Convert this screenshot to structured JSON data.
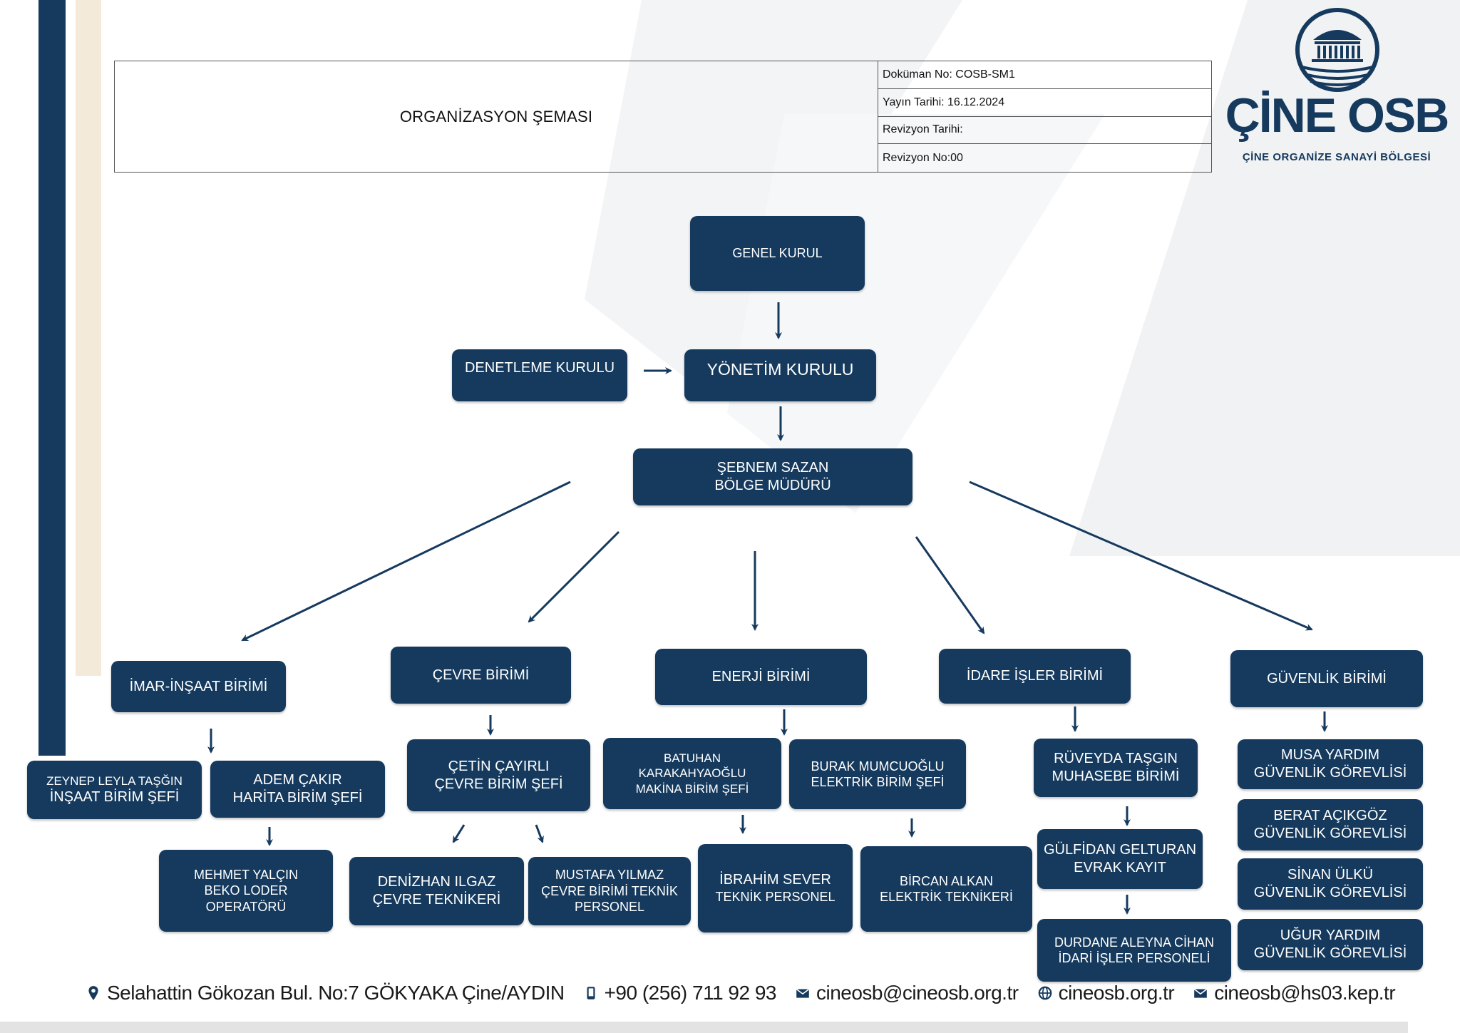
{
  "header": {
    "title": "ORGANİZASYON ŞEMASI",
    "meta": [
      "Doküman No: COSB-SM1",
      "Yayın Tarihi: 16.12.2024",
      "Revizyon Tarihi:",
      "Revizyon No:00"
    ]
  },
  "logo": {
    "name": "ÇİNE OSB",
    "subtitle": "ÇİNE ORGANİZE SANAYİ BÖLGESİ",
    "colors": {
      "brand": "#153a5e"
    }
  },
  "nodes": {
    "genel_kurul": [
      "GENEL KURUL"
    ],
    "denetleme_kurulu": [
      "DENETLEME KURULU"
    ],
    "yonetim_kurulu": [
      "YÖNETİM KURULU"
    ],
    "bolge_muduru": [
      "ŞEBNEM SAZAN",
      "BÖLGE MÜDÜRÜ"
    ],
    "imar_insaat": [
      "İMAR-İNŞAAT BİRİMİ"
    ],
    "cevre": [
      "ÇEVRE BİRİMİ"
    ],
    "enerji": [
      "ENERJİ BİRİMİ"
    ],
    "idare_isler": [
      "İDARE İŞLER BİRİMİ"
    ],
    "guvenlik": [
      "GÜVENLİK BİRİMİ"
    ],
    "zeynep": [
      "ZEYNEP LEYLA TAŞĞIN",
      "İNŞAAT BİRİM ŞEFİ"
    ],
    "adem": [
      "ADEM ÇAKIR",
      "HARİTA BİRİM ŞEFİ"
    ],
    "mehmet": [
      "MEHMET YALÇIN",
      "BEKO LODER",
      "OPERATÖRÜ"
    ],
    "cetin": [
      "ÇETİN ÇAYIRLI",
      "ÇEVRE BİRİM ŞEFİ"
    ],
    "denizhan": [
      "DENİZHAN ILGAZ",
      "ÇEVRE TEKNİKERİ"
    ],
    "mustafa": [
      "MUSTAFA YILMAZ",
      "ÇEVRE BİRİMİ TEKNİK",
      "PERSONEL"
    ],
    "batuhan": [
      "BATUHAN",
      "KARAKAHYAOĞLU",
      "MAKİNA BİRİM ŞEFİ"
    ],
    "burak": [
      "BURAK MUMCUOĞLU",
      "ELEKTRİK BİRİM ŞEFİ"
    ],
    "ibrahim": [
      "İBRAHİM SEVER",
      "TEKNİK PERSONEL"
    ],
    "bircan": [
      "BİRCAN ALKAN",
      "ELEKTRİK TEKNİKERİ"
    ],
    "ruveyda": [
      "RÜVEYDA TAŞGIN",
      "MUHASEBE BİRİMİ"
    ],
    "gulfidan": [
      "GÜLFİDAN GELTURAN",
      "EVRAK KAYIT"
    ],
    "durdane": [
      "DURDANE ALEYNA CİHAN",
      "İDARİ İŞLER PERSONELİ"
    ],
    "musa": [
      "MUSA YARDIM",
      "GÜVENLİK GÖREVLİSİ"
    ],
    "berat": [
      "BERAT AÇIKGÖZ",
      "GÜVENLİK GÖREVLİSİ"
    ],
    "sinan": [
      "SİNAN ÜLKÜ",
      "GÜVENLİK GÖREVLİSİ"
    ],
    "ugur": [
      "UĞUR YARDIM",
      "GÜVENLİK GÖREVLİSİ"
    ]
  },
  "footer": {
    "address": "Selahattin Gökozan Bul. No:7 GÖKYAKA Çine/AYDIN",
    "phone": "+90 (256) 711 92 93",
    "email": "cineosb@cineosb.org.tr",
    "website": "cineosb.org.tr",
    "kep": "cineosb@hs03.kep.tr"
  }
}
